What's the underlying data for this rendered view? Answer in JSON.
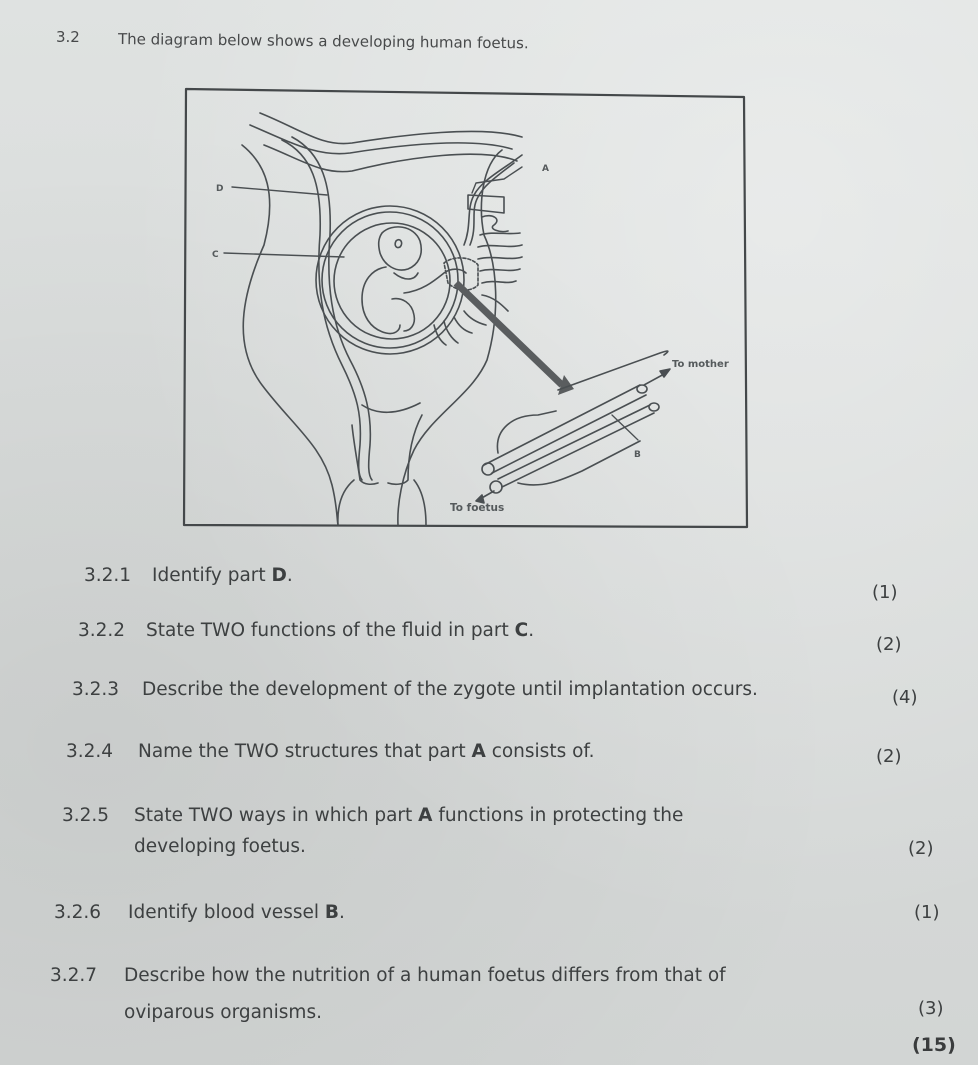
{
  "header": {
    "number": "3.2",
    "text": "The diagram below shows a developing human foetus."
  },
  "diagram": {
    "title": "Developing human foetus in the uterus",
    "labels": {
      "A": "A",
      "B": "B",
      "C": "C",
      "D": "D",
      "to_mother": "To mother",
      "to_foetus": "To foetus"
    },
    "colors": {
      "line": "#4a4f52",
      "arrow": "#5a5d5f"
    }
  },
  "questions": [
    {
      "number": "3.2.1",
      "parts": [
        "Identify part ",
        "D",
        "."
      ],
      "line2": "",
      "marks": "(1)"
    },
    {
      "number": "3.2.2",
      "parts": [
        "State TWO functions of the fluid in part ",
        "C",
        "."
      ],
      "line2": "",
      "marks": "(2)"
    },
    {
      "number": "3.2.3",
      "parts": [
        "Describe the development of the zygote until implantation occurs.",
        "",
        ""
      ],
      "line2": "",
      "marks": "(4)"
    },
    {
      "number": "3.2.4",
      "parts": [
        "Name the TWO structures that part ",
        "A",
        " consists of."
      ],
      "line2": "",
      "marks": "(2)"
    },
    {
      "number": "3.2.5",
      "parts": [
        "State TWO ways in which part ",
        "A",
        " functions in protecting the"
      ],
      "line2": "developing foetus.",
      "marks": "(2)"
    },
    {
      "number": "3.2.6",
      "parts": [
        "Identify blood vessel ",
        "B",
        "."
      ],
      "line2": "",
      "marks": "(1)"
    },
    {
      "number": "3.2.7",
      "parts": [
        "Describe how the nutrition of a human foetus differs from that of",
        "",
        ""
      ],
      "line2": "oviparous organisms.",
      "marks": "(3)"
    }
  ],
  "total_marks": "(15)"
}
